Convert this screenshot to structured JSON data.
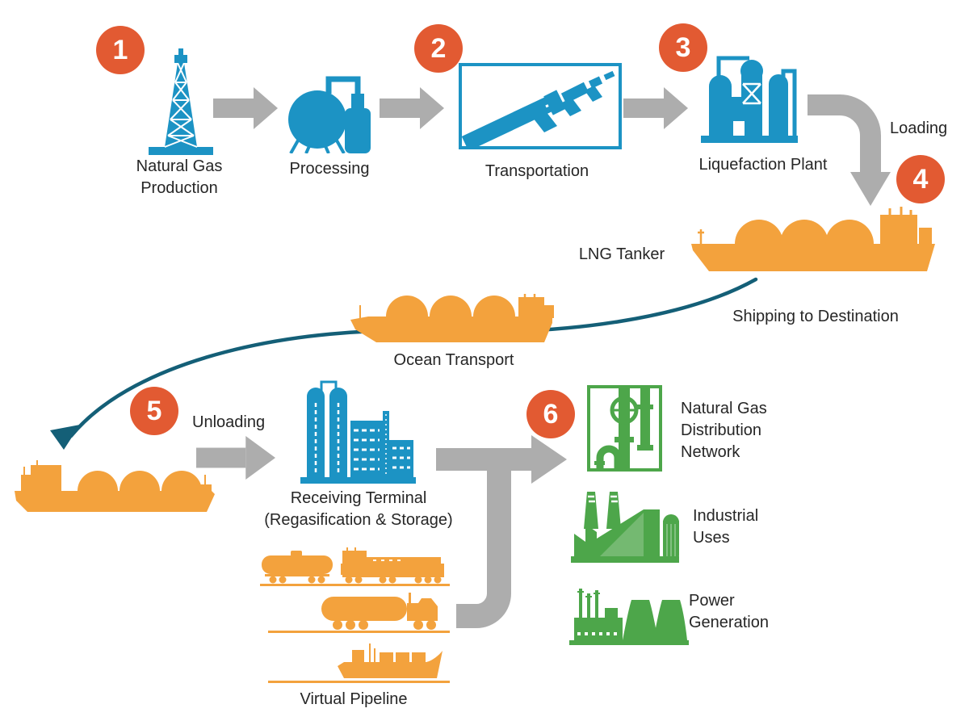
{
  "colors": {
    "background": "#FFFFFF",
    "badge_bg": "#E25A32",
    "icon_blue": "#1C93C4",
    "icon_orange": "#F3A23D",
    "icon_green": "#4DA64A",
    "arrow_gray": "#ADADAD",
    "flow_teal": "#145F77",
    "text": "#262626"
  },
  "badges": [
    "1",
    "2",
    "3",
    "4",
    "5",
    "6"
  ],
  "labels": {
    "production": "Natural Gas\nProduction",
    "processing": "Processing",
    "transportation": "Transportation",
    "liquefaction": "Liquefaction Plant",
    "loading": "Loading",
    "lng_tanker": "LNG Tanker",
    "shipping": "Shipping to Destination",
    "ocean_transport": "Ocean Transport",
    "unloading": "Unloading",
    "receiving_terminal": "Receiving Terminal\n(Regasification & Storage)",
    "distribution_network": "Natural Gas\nDistribution\nNetwork",
    "industrial_uses": "Industrial\nUses",
    "power_generation": "Power\nGeneration",
    "virtual_pipeline": "Virtual Pipeline"
  }
}
